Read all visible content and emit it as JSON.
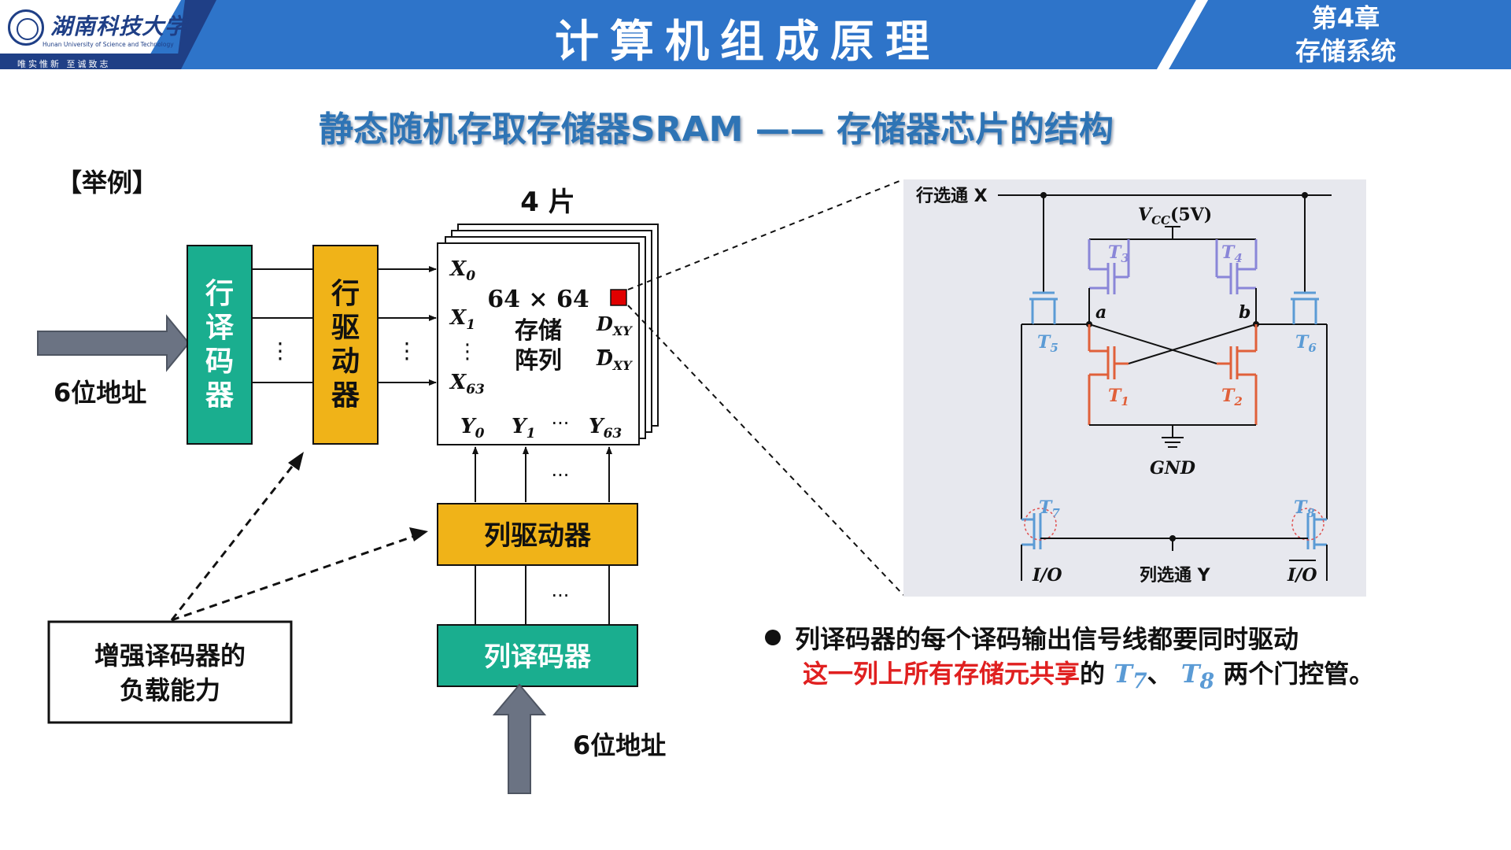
{
  "header": {
    "university_cn": "湖南科技大学",
    "university_en": "Hunan University of Science and Technology",
    "motto": "唯实惟新 至诚致志",
    "course_title": "计算机组成原理",
    "chapter_line1": "第4章",
    "chapter_line2": "存储系统"
  },
  "slide_title": "静态随机存取存储器SRAM —— 存储器芯片的结构",
  "example_label": "【举例】",
  "left": {
    "address_in": "6位地址",
    "row_decoder": "行译码器",
    "row_driver": "行驱动器",
    "chip_count": "4 片",
    "array_size": "64 × 64",
    "array_label1": "存储",
    "array_label2": "阵列",
    "x0": "X",
    "x0_sub": "0",
    "x1": "X",
    "x1_sub": "1",
    "x63": "X",
    "x63_sub": "63",
    "dxy": "D",
    "dxy_sub": "XY",
    "y0": "Y",
    "y0_sub": "0",
    "y1": "Y",
    "y1_sub": "1",
    "y63": "Y",
    "y63_sub": "63",
    "ellipsis_h": "···",
    "ellipsis_v": "⋮",
    "col_driver": "列驱动器",
    "col_decoder": "列译码器",
    "address_in2": "6位地址",
    "note_line1": "增强译码器的",
    "note_line2": "负载能力"
  },
  "circuit": {
    "row_select": "行选通 X",
    "vcc": "V",
    "vcc_sub": "CC",
    "vcc_value": "(5V)",
    "t3": "T",
    "t3_sub": "3",
    "t4": "T",
    "t4_sub": "4",
    "t5": "T",
    "t5_sub": "5",
    "t6": "T",
    "t6_sub": "6",
    "t1": "T",
    "t1_sub": "1",
    "t2": "T",
    "t2_sub": "2",
    "t7": "T",
    "t7_sub": "7",
    "t8": "T",
    "t8_sub": "8",
    "node_a": "a",
    "node_b": "b",
    "gnd": "GND",
    "io": "I/O",
    "io_bar": "I/O",
    "col_select": "列选通 Y"
  },
  "bullet": {
    "line1": "列译码器的每个译码输出信号线都要同时驱动",
    "line2_red": "这一列上所有存储元共享",
    "line2_mid": "的",
    "t7": "T",
    "t7_sub": "7",
    "sep": "、",
    "t8": "T",
    "t8_sub": "8",
    "line2_end": "两个门控管。"
  },
  "colors": {
    "header_blue": "#2e74c9",
    "decoder_teal": "#1aae8f",
    "driver_orange": "#f0b318",
    "arrow_gray": "#6b7383",
    "title_blue": "#2e74b5",
    "pmos_purple": "#8a86d8",
    "access_blue": "#5b9bd5",
    "nmos_red": "#e0603a",
    "highlight_red": "#e02020",
    "cell_red": "#e00000",
    "circuit_bg": "#e7e8ee"
  }
}
